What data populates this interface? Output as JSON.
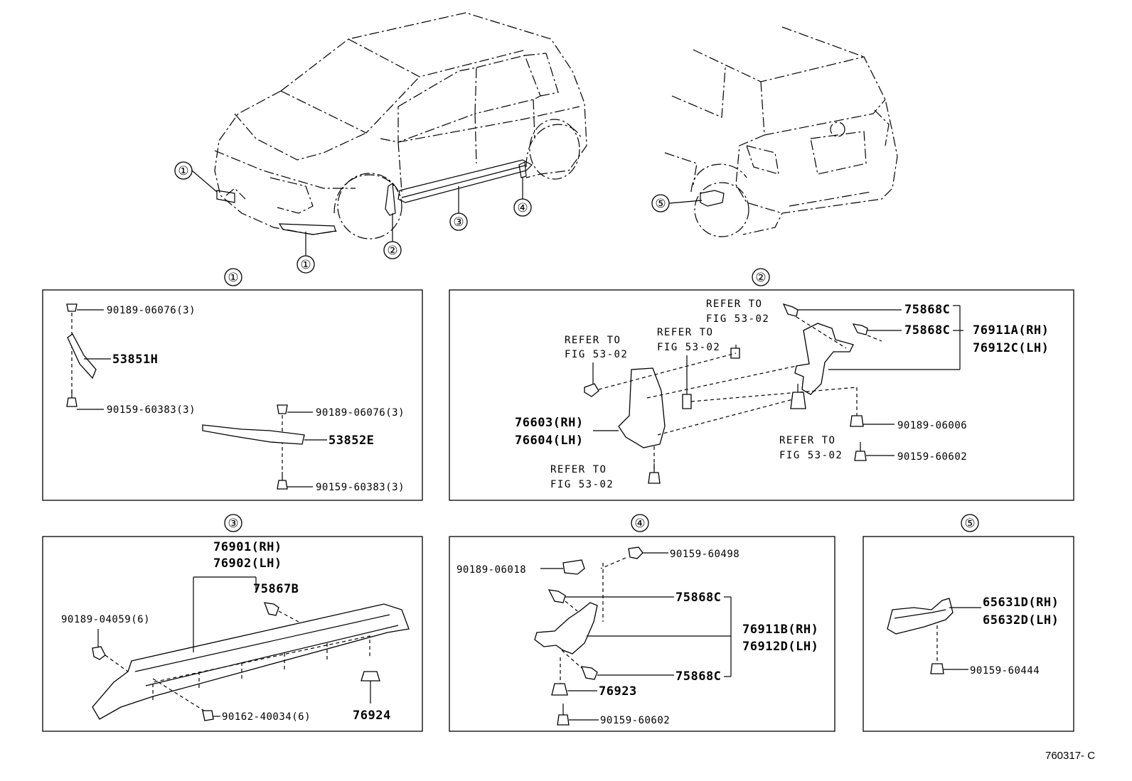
{
  "callouts": {
    "c1": "①",
    "c2": "②",
    "c3": "③",
    "c4": "④",
    "c5": "⑤"
  },
  "panel1": {
    "title": "①",
    "labels": {
      "clip_top": "90189-06076(3)",
      "part_a": "53851H",
      "screw_a": "90159-60383(3)",
      "clip_b": "90189-06076(3)",
      "part_b": "53852E",
      "screw_b": "90159-60383(3)"
    }
  },
  "panel2": {
    "title": "②",
    "labels": {
      "ref1_a": "REFER TO",
      "ref1_b": "FIG 53-02",
      "ref2_a": "REFER TO",
      "ref2_b": "FIG 53-02",
      "ref3_a": "REFER TO",
      "ref3_b": "FIG 53-02",
      "ref4_a": "REFER TO",
      "ref4_b": "FIG 53-02",
      "ref5_a": "REFER TO",
      "ref5_b": "FIG 53-02",
      "bolt1": "75868C",
      "bolt2": "75868C",
      "guard_rh": "76911A(RH)",
      "guard_lh": "76912C(LH)",
      "flap_rh": "76603(RH)",
      "flap_lh": "76604(LH)",
      "clip": "90189-06006",
      "screw": "90159-60602"
    }
  },
  "panel3": {
    "title": "③",
    "labels": {
      "sill_rh": "76901(RH)",
      "sill_lh": "76902(LH)",
      "bolt": "75867B",
      "clip": "90189-04059(6)",
      "screw": "90162-40034(6)",
      "nut": "76924"
    }
  },
  "panel4": {
    "title": "④",
    "labels": {
      "screw_top": "90159-60498",
      "clip": "90189-06018",
      "bolt1": "75868C",
      "guard_rh": "76911B(RH)",
      "guard_lh": "76912D(LH)",
      "bolt2": "75868C",
      "nut": "76923",
      "screw_bot": "90159-60602"
    }
  },
  "panel5": {
    "title": "⑤",
    "labels": {
      "part_rh": "65631D(RH)",
      "part_lh": "65632D(LH)",
      "screw": "90159-60444"
    }
  },
  "figure_code": "760317- C"
}
